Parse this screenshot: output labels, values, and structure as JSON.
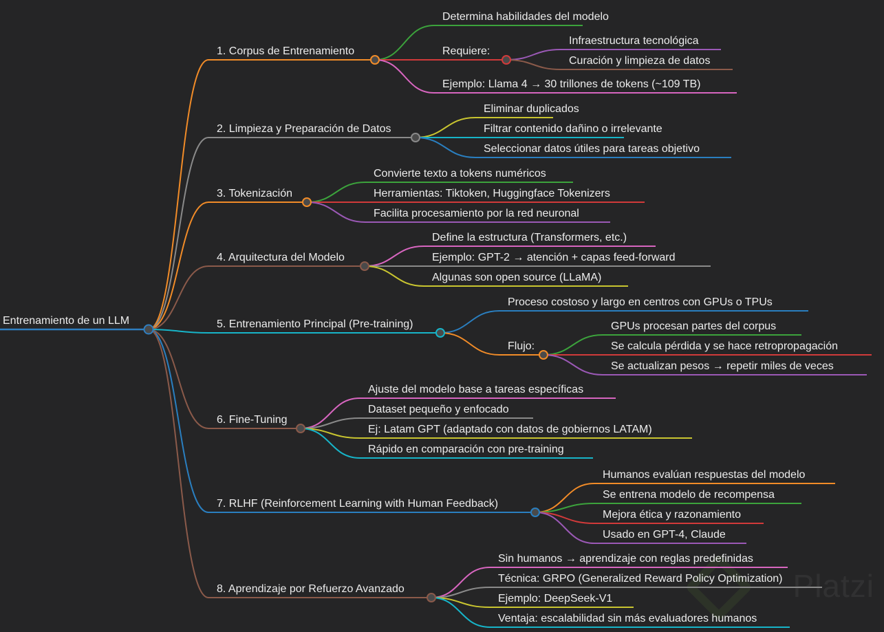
{
  "colors": {
    "background": "#252526",
    "text": "#ececec",
    "node_fill": "#4a4a4a"
  },
  "watermark": "Platzi",
  "root": {
    "label": "Entrenamiento de un LLM",
    "color": "#2f7fc1",
    "children": [
      {
        "label": "1. Corpus de Entrenamiento",
        "color": "#f28c28",
        "children": [
          {
            "label": "Determina habilidades del modelo",
            "color": "#3ca33c"
          },
          {
            "label": "Requiere:",
            "color": "#d23a3a",
            "children": [
              {
                "label": "Infraestructura tecnológica",
                "color": "#9b59b6"
              },
              {
                "label": "Curación y limpieza de datos",
                "color": "#8b5a4a"
              }
            ]
          },
          {
            "label": "Ejemplo: Llama 4 → 30 trillones de tokens (~109 TB)",
            "color": "#d866c0"
          }
        ]
      },
      {
        "label": "2. Limpieza y Preparación de Datos",
        "color": "#8a8a8a",
        "children": [
          {
            "label": "Eliminar duplicados",
            "color": "#c9c530"
          },
          {
            "label": "Filtrar contenido dañino o irrelevante",
            "color": "#17b5c9"
          },
          {
            "label": "Seleccionar datos útiles para tareas objetivo",
            "color": "#2a7fc0"
          }
        ]
      },
      {
        "label": "3. Tokenización",
        "color": "#f28c28",
        "children": [
          {
            "label": "Convierte texto a tokens numéricos",
            "color": "#3ca33c"
          },
          {
            "label": "Herramientas: Tiktoken, Huggingface Tokenizers",
            "color": "#d23a3a"
          },
          {
            "label": "Facilita procesamiento por la red neuronal",
            "color": "#9b59b6"
          }
        ]
      },
      {
        "label": "4. Arquitectura del Modelo",
        "color": "#8b5a4a",
        "children": [
          {
            "label": "Define la estructura (Transformers, etc.)",
            "color": "#d866c0"
          },
          {
            "label": "Ejemplo: GPT-2 → atención + capas feed-forward",
            "color": "#8a8a8a"
          },
          {
            "label": "Algunas son open source (LLaMA)",
            "color": "#c9c530"
          }
        ]
      },
      {
        "label": "5. Entrenamiento Principal (Pre-training)",
        "color": "#17b5c9",
        "children": [
          {
            "label": "Proceso costoso y largo en centros con GPUs o TPUs",
            "color": "#2a7fc0"
          },
          {
            "label": "Flujo:",
            "color": "#f28c28",
            "children": [
              {
                "label": "GPUs procesan partes del corpus",
                "color": "#3ca33c"
              },
              {
                "label": "Se calcula pérdida y se hace retropropagación",
                "color": "#d23a3a"
              },
              {
                "label": "Se actualizan pesos → repetir miles de veces",
                "color": "#9b59b6"
              }
            ]
          }
        ]
      },
      {
        "label": "6. Fine-Tuning",
        "color": "#8b5a4a",
        "children": [
          {
            "label": "Ajuste del modelo base a tareas específicas",
            "color": "#d866c0"
          },
          {
            "label": "Dataset pequeño y enfocado",
            "color": "#8a8a8a"
          },
          {
            "label": "Ej: Latam GPT (adaptado con datos de gobiernos LATAM)",
            "color": "#c9c530"
          },
          {
            "label": "Rápido en comparación con pre-training",
            "color": "#17b5c9"
          }
        ]
      },
      {
        "label": "7. RLHF (Reinforcement Learning with Human Feedback)",
        "color": "#2a7fc0",
        "children": [
          {
            "label": "Humanos evalúan respuestas del modelo",
            "color": "#f28c28"
          },
          {
            "label": "Se entrena modelo de recompensa",
            "color": "#3ca33c"
          },
          {
            "label": "Mejora ética y razonamiento",
            "color": "#d23a3a"
          },
          {
            "label": "Usado en GPT-4, Claude",
            "color": "#9b59b6"
          }
        ]
      },
      {
        "label": "8. Aprendizaje por Refuerzo Avanzado",
        "color": "#8b5a4a",
        "children": [
          {
            "label": "Sin humanos → aprendizaje con reglas predefinidas",
            "color": "#d866c0"
          },
          {
            "label": "Técnica: GRPO (Generalized Reward Policy Optimization)",
            "color": "#8a8a8a"
          },
          {
            "label": "Ejemplo: DeepSeek-V1",
            "color": "#c9c530"
          },
          {
            "label": "Ventaja: escalabilidad sin más evaluadores humanos",
            "color": "#17b5c9"
          }
        ]
      }
    ]
  }
}
